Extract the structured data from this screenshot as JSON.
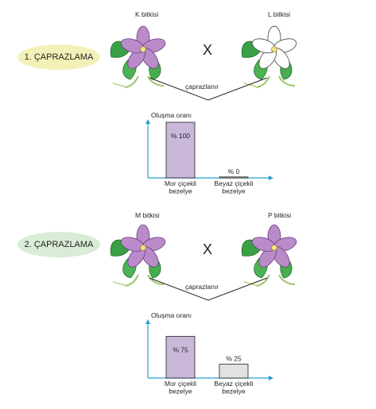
{
  "cross1": {
    "label": "1. ÇAPRAZLAMA",
    "left_plant": "K bitkisi",
    "right_plant": "L bitkisi",
    "cross_symbol": "X",
    "join_label": "çaprazlanır",
    "left_flower_color": "purple",
    "right_flower_color": "white",
    "oval_color": "#f4f1b8"
  },
  "cross2": {
    "label": "2. ÇAPRAZLAMA",
    "left_plant": "M bitkisi",
    "right_plant": "P bitkisi",
    "cross_symbol": "X",
    "join_label": "çaprazlanır",
    "left_flower_color": "purple",
    "right_flower_color": "purple",
    "oval_color": "#d8ecd6"
  },
  "chart_data": [
    {
      "type": "bar",
      "ylabel": "Oluşma oranı",
      "categories": [
        "Mor çiçekli bezelye",
        "Beyaz çiçekli bezelye"
      ],
      "category_lines": [
        [
          "Mor çiçekli",
          "bezelye"
        ],
        [
          "Beyaz çiçekli",
          "bezelye"
        ]
      ],
      "values": [
        100,
        0
      ],
      "value_labels": [
        "% 100",
        "% 0"
      ],
      "ylim": [
        0,
        100
      ],
      "colors": [
        "#c9b8da",
        "#e2e2e2"
      ],
      "grid": false
    },
    {
      "type": "bar",
      "ylabel": "Oluşma oranı",
      "categories": [
        "Mor çiçekli bezelye",
        "Beyaz çiçekli bezelye"
      ],
      "category_lines": [
        [
          "Mor çiçekli",
          "bezelye"
        ],
        [
          "Beyaz çiçekli",
          "bezelye"
        ]
      ],
      "values": [
        75,
        25
      ],
      "value_labels": [
        "% 75",
        "% 25"
      ],
      "ylim": [
        0,
        100
      ],
      "colors": [
        "#c9b8da",
        "#e2e2e2"
      ],
      "grid": false
    }
  ]
}
